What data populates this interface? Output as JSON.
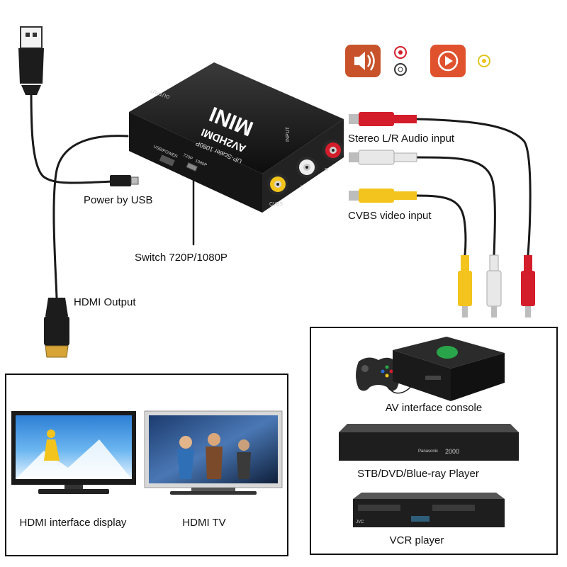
{
  "adapter": {
    "brand": "MINI",
    "model": "AV2HDMI",
    "subtitle": "UP-Scaler 1080P",
    "output_label": "OUTPUT",
    "input_label": "INPUT",
    "usb_port_label": "USB/POWER",
    "switch_720_label": "720P",
    "switch_1080_label": "1080P",
    "cvbs_label": "CVBS",
    "l_label": "L",
    "r_label": "R"
  },
  "labels": {
    "stereo_input": "Stereo L/R Audio input",
    "cvbs_input": "CVBS video input",
    "power_usb": "Power by USB",
    "switch": "Switch 720P/1080P",
    "hdmi_output": "HDMI Output"
  },
  "source_devices": {
    "console": "AV interface console",
    "player_bluray": "STB/DVD/Blue-ray Player",
    "vcr": "VCR player",
    "bluray_brand": "Panasonic",
    "bluray_display": "2000",
    "vcr_brand": "JVC"
  },
  "output_devices": {
    "display": "HDMI interface display",
    "tv": "HDMI TV"
  },
  "icons": {
    "audio": "speaker-icon",
    "video": "play-icon"
  },
  "colors": {
    "audio_icon_bg": "#c8532b",
    "video_icon_bg": "#e0522e",
    "rca_red": "#d41d2b",
    "rca_white": "#e8e8e8",
    "rca_yellow": "#f2c41d",
    "hdmi_gold": "#d6a437",
    "console_green": "#2aa44a"
  }
}
